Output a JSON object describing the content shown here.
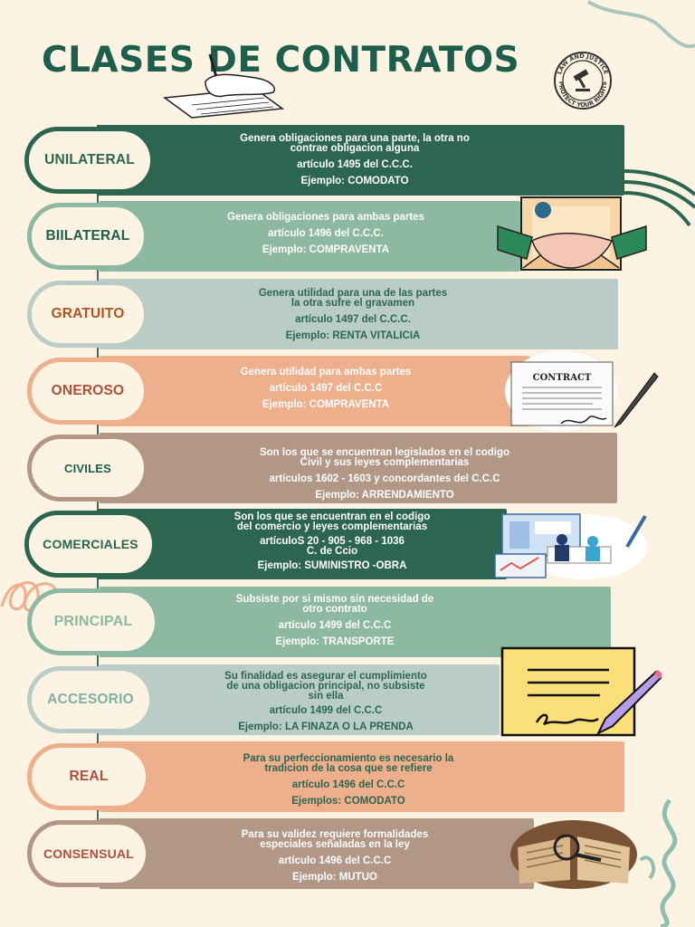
{
  "title": "CLASES DE CONTRATOS",
  "seal": {
    "top_text": "LAW AND JUSTICE",
    "bottom_text": "PROTECT YOUR RIGHTS"
  },
  "contract_label": "CONTRACT",
  "colors": {
    "dark_green": "#2c6651",
    "sage": "#8db8a1",
    "light_blue_gray": "#b9cdc6",
    "peach": "#eeaf8c",
    "taupe": "#b29787",
    "background": "#fdf3e3"
  },
  "rows": [
    {
      "name": "UNILATERAL",
      "desc": [
        "Genera obligaciones para una parte,  la otra no",
        "contrae obligacion alguna"
      ],
      "article": "artículo 1495 del C.C.C.",
      "example": "Ejemplo:  COMODATO"
    },
    {
      "name": "BIILATERAL",
      "desc": [
        "Genera obligaciones para ambas partes"
      ],
      "article": "artículo 1496 del C.C.C.",
      "example": "Ejemplo: COMPRAVENTA"
    },
    {
      "name": "GRATUITO",
      "desc": [
        "Genera utilidad para una de las partes",
        "la otra sufre el gravamen"
      ],
      "article": "artículo 1497 del C.C.C.",
      "example": "Ejemplo: RENTA VITALICIA"
    },
    {
      "name": "ONEROSO",
      "desc": [
        "Genera utilidad para ambas partes"
      ],
      "article": "artículo 1497 del C.C.C",
      "example": "Ejemplo: COMPRAVENTA"
    },
    {
      "name": "CIVILES",
      "desc": [
        "Son los que se encuentran legislados en el codigo",
        "Civil y sus leyes complementarias"
      ],
      "article": "artículos  1602 - 1603  y concordantes  del C.C.C",
      "example": "Ejemplo: ARRENDAMIENTO"
    },
    {
      "name": "COMERCIALES",
      "desc": [
        "Son los que se encuentran en el codigo",
        "del comercio y leyes complementarias"
      ],
      "article": "artículoS 20 - 905 - 968 - 1036",
      "article2": "C. de Ccio",
      "example": "Ejemplo: SUMINISTRO -OBRA"
    },
    {
      "name": "PRINCIPAL",
      "desc": [
        "Subsiste por si mismo sin necesidad de",
        "otro contrato"
      ],
      "article": "artículo 1499 del C.C.C",
      "example": "Ejemplo: TRANSPORTE"
    },
    {
      "name": "ACCESORIO",
      "desc": [
        "Su finalidad es asegurar el cumplimiento",
        "de una obligacion principal, no subsiste",
        "sin ella"
      ],
      "article": "artículo 1499 del C.C.C",
      "example": "Ejemplo: LA FINAZA O LA PRENDA"
    },
    {
      "name": "REAL",
      "desc": [
        "Para su perfeccionamiento es necesario la",
        "tradicion de la cosa que se refiere"
      ],
      "article": "artículo 1496 del C.C.C",
      "example": "Ejemplos: COMODATO"
    },
    {
      "name": "CONSENSUAL",
      "desc": [
        "Para su validez requiere formalidades",
        "especiales señaladas en la ley"
      ],
      "article": "artículo 1496 del C.C.C",
      "example": "Ejemplo: MUTUO"
    }
  ]
}
